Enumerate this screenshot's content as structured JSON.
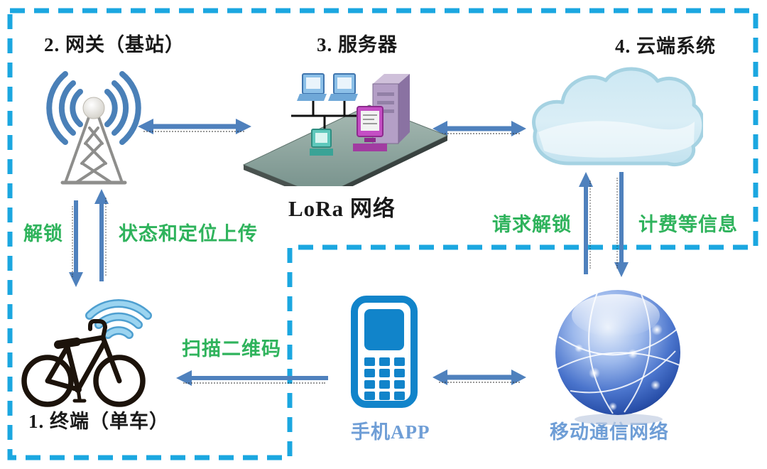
{
  "network_title": "LoRa 网络",
  "nodes": {
    "terminal": {
      "label": "1. 终端（单车）"
    },
    "gateway": {
      "label": "2. 网关（基站）"
    },
    "server": {
      "label": "3. 服务器"
    },
    "cloud": {
      "label": "4. 云端系统"
    },
    "phone_app": {
      "label": "手机APP"
    },
    "mobile_network": {
      "label": "移动通信网络"
    }
  },
  "flows": {
    "unlock": {
      "label": "解锁",
      "from": "gateway",
      "to": "terminal"
    },
    "status_upload": {
      "label": "状态和定位上传",
      "from": "terminal",
      "to": "gateway"
    },
    "scan_qr": {
      "label": "扫描二维码",
      "from": "phone_app",
      "to": "terminal"
    },
    "request_unlock": {
      "label": "请求解锁",
      "from": "mobile_network",
      "to": "cloud"
    },
    "billing_info": {
      "label": "计费等信息",
      "from": "cloud",
      "to": "mobile_network"
    },
    "gateway_server": {
      "label": "",
      "from": "gateway",
      "to": "server",
      "bidirectional": true
    },
    "server_cloud": {
      "label": "",
      "from": "server",
      "to": "cloud",
      "bidirectional": true
    },
    "phone_mobile": {
      "label": "",
      "from": "phone_app",
      "to": "mobile_network",
      "bidirectional": true
    }
  },
  "icons": {
    "gateway": "antenna-tower-icon",
    "server": "server-cluster-icon",
    "cloud": "cloud-icon",
    "terminal": "bicycle-icon",
    "terminal_signal": "wifi-signal-icon",
    "phone_app": "mobile-phone-icon",
    "mobile_network": "globe-network-icon"
  },
  "colors": {
    "border_dash": "#1ba7e0",
    "arrow": "#4f81bd",
    "label_green": "#2fb35c",
    "label_blue": "#6f9ed6",
    "phone_blue": "#1184ca",
    "text_black": "#1a1a1a"
  }
}
